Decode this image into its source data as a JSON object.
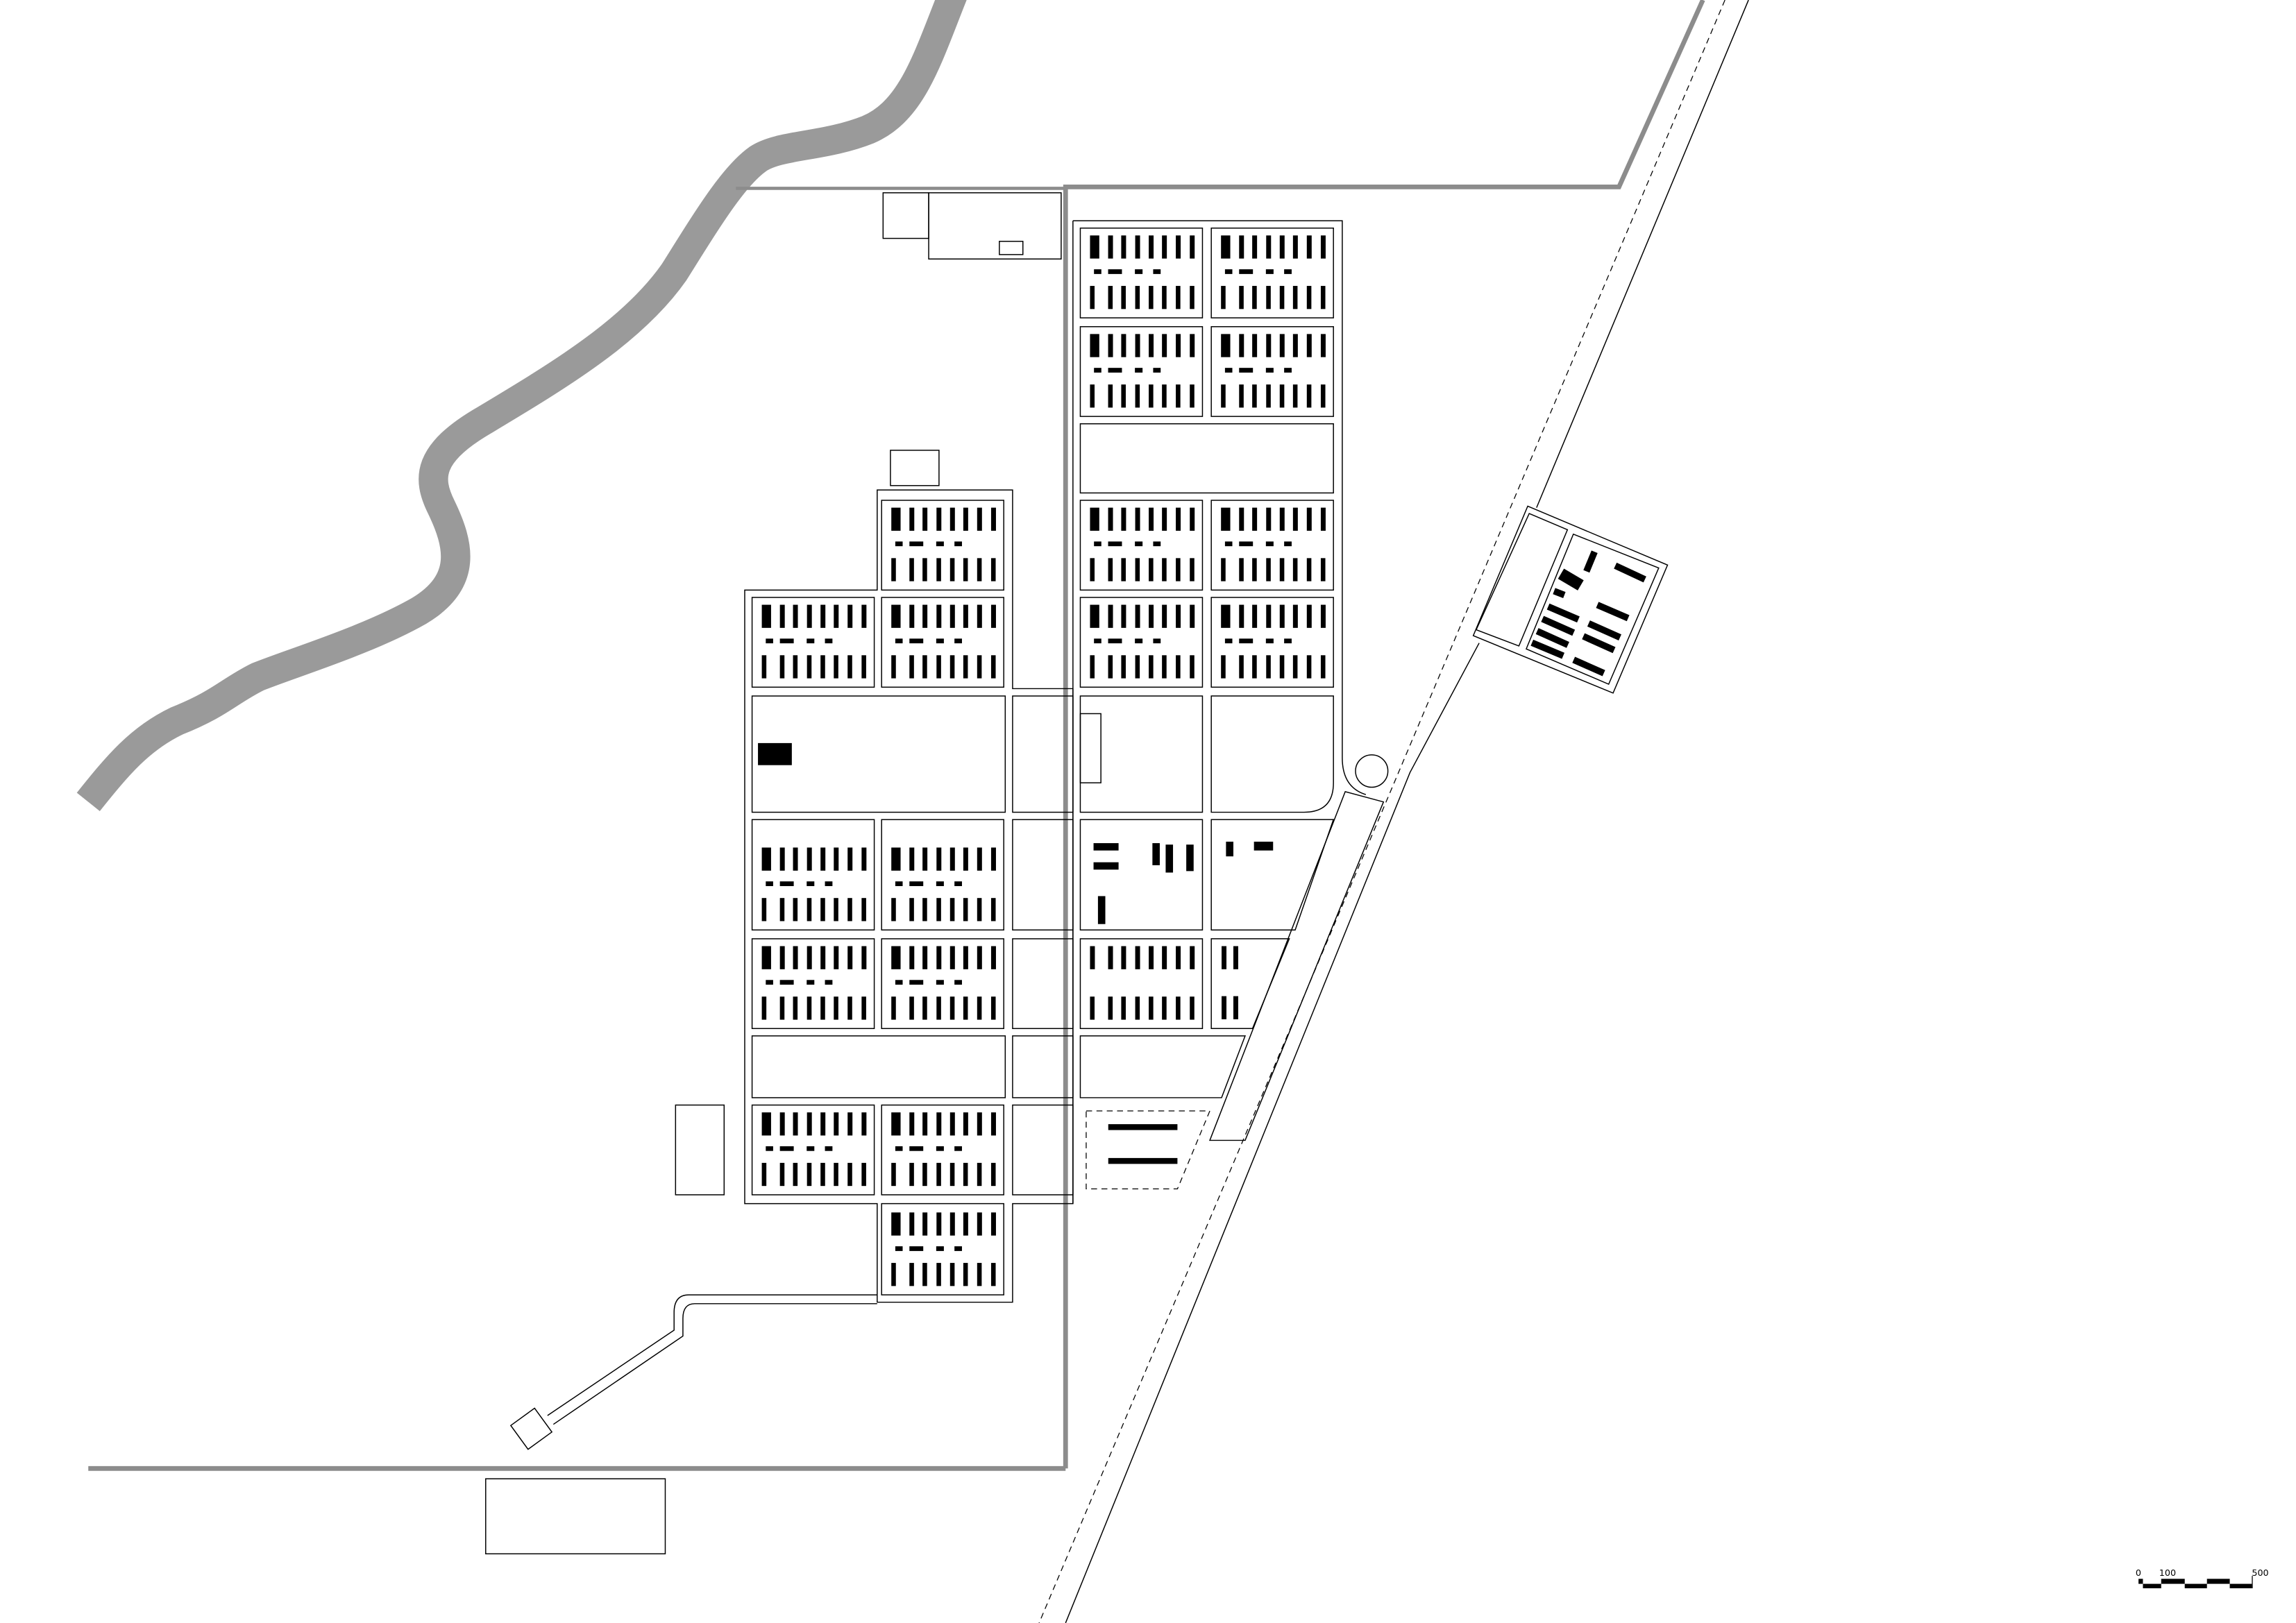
{
  "scale_bar": {
    "labels": {
      "zero": "0",
      "mid": "100",
      "end": "500"
    }
  },
  "colors": {
    "river": "#9a9a9a",
    "fence": "#8c8c8c",
    "building": "#000000"
  }
}
